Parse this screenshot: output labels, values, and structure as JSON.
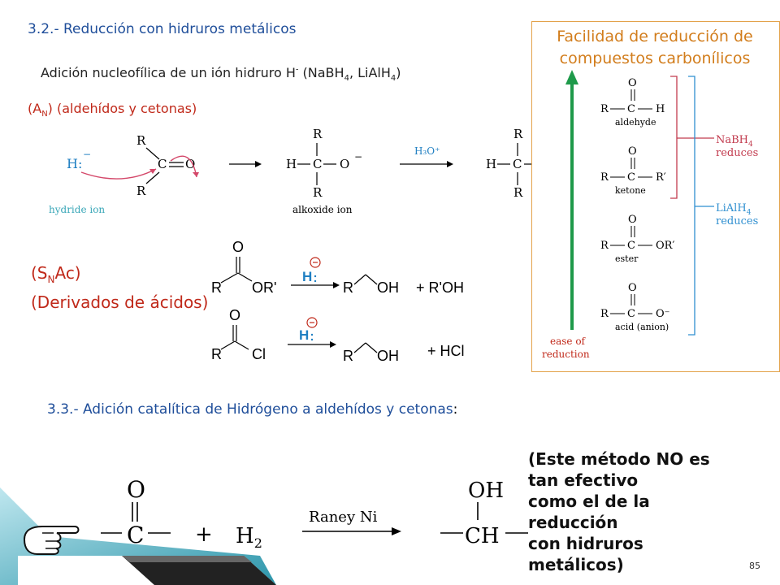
{
  "sections": {
    "s32": {
      "heading": "3.2.- Reducción con hidruros metálicos",
      "line1": {
        "text": "Adición nucleofílica de un ión hidruro H",
        "sup": "-",
        "rest": " (NaBH",
        "sub1": "4",
        "mid": ", LiAlH",
        "sub2": "4",
        "end": ")"
      },
      "an_label": {
        "open": "(A",
        "sub": "N",
        "close": ") (aldehídos y cetonas)"
      },
      "mechanism": {
        "hydride": "H:",
        "hydride_charge": "−",
        "hydride_caption": "hydride ion",
        "alkoxide_caption": "alkoxide ion",
        "reagent": "H₃O⁺",
        "R": "R",
        "C": "C",
        "O": "O",
        "H": "H",
        "charge": "−"
      },
      "snac": {
        "line1_open": "(S",
        "line1_sub": "N",
        "line1_close": "Ac)",
        "line2": "(Derivados de ácidos)"
      },
      "ester_rxn": {
        "O": "O",
        "R": "R",
        "OR": "OR'",
        "H": "H",
        "product_R": "R",
        "product_OH": "OH",
        "plus": "+ R'OH"
      },
      "acylcl_rxn": {
        "O": "O",
        "R": "R",
        "Cl": "Cl",
        "H": "H",
        "product_R": "R",
        "product_OH": "OH",
        "plus": "+ HCl"
      }
    },
    "box": {
      "title_line1": "Facilidad de reducción de",
      "title_line2": "compuestos carbonílicos",
      "rows": [
        {
          "right": "H",
          "caption": "aldehyde"
        },
        {
          "right": "R′",
          "caption": "ketone"
        },
        {
          "right": "OR′",
          "caption": "ester"
        },
        {
          "right": "O⁻",
          "caption": "acid (anion)"
        }
      ],
      "R": "R",
      "C": "C",
      "O": "O",
      "nabh4": "NaBH",
      "nabh4_sub": "4",
      "nabh4_reduces": "reduces",
      "lialh4": "LiAlH",
      "lialh4_sub": "4",
      "lialh4_reduces": "reduces",
      "ease_line1": "ease of",
      "ease_line2": "reduction",
      "colors": {
        "border": "#e3a24a",
        "title": "#d27d1c",
        "arrow": "#1e9a4a",
        "nabh4": "#c23b4e",
        "lialh4": "#2f8fd0"
      }
    },
    "s33": {
      "heading": "3.3.- Adición catalítica de Hidrógeno a aldehídos y cetonas",
      "colon": ":",
      "reaction": {
        "O": "O",
        "C": "C",
        "plus": "+",
        "H2": "H",
        "H2_sub": "2",
        "catalyst": "Raney Ni",
        "OH": "OH",
        "CH": "CH"
      },
      "note_lines": [
        "(Este método NO es",
        "tan efectivo",
        "como el de la",
        "reducción",
        "con hidruros",
        "metálicos)"
      ]
    }
  },
  "pointer_icon": "pointing-hand-icon",
  "page_number": "85",
  "colors": {
    "heading": "#1f4e9a",
    "red": "#c0291a",
    "pink_arrow": "#d4486a",
    "teal": "#3aa7b8"
  }
}
